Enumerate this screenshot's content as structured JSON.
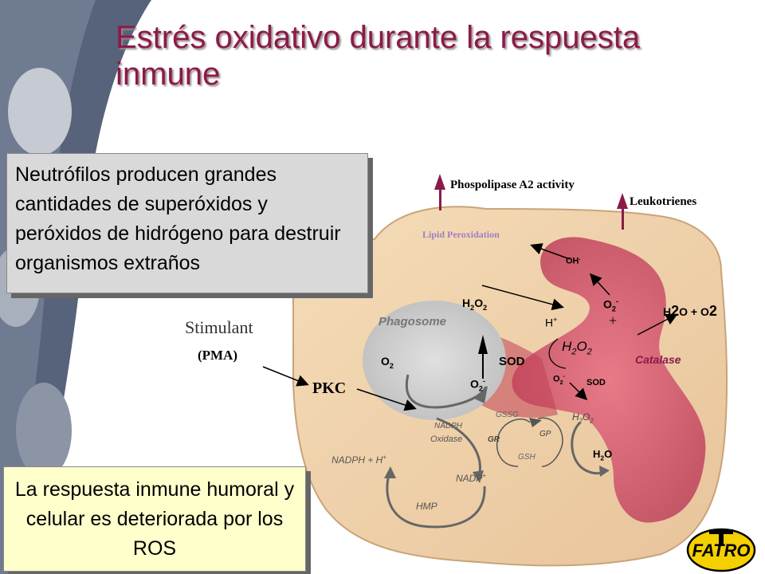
{
  "title": "Estrés oxidativo durante la respuesta inmune",
  "box_neutrophils": "Neutrófilos producen grandes cantidades de superóxidos y peróxidos de hidrógeno para destruir organismos extraños",
  "box_immune": "La respuesta inmune humoral y celular es deteriorada por los ROS",
  "labels": {
    "phospholipase": "Phospolipase A2 activity",
    "leukotrienes": "Leukotrienes",
    "lipid_peroxidation": "Lipid Peroxidation",
    "stimulant": "Stimulant",
    "pma": "(PMA)",
    "pkc": "PKC",
    "phagosome": "Phagosome",
    "sod1": "SOD",
    "sod2": "SOD",
    "catalase": "Catalase",
    "nadph_oxidase_1": "NADPH",
    "nadph_oxidase_2": "Oxidase",
    "nadph_h": "NADPH + H",
    "nadp": "NADP",
    "hmp": "HMP",
    "gssg": "GSSG",
    "gr": "GR",
    "gsh": "GSH",
    "gp": "GP",
    "oh": "OH",
    "plus": "+"
  },
  "colors": {
    "title": "#8b1a4a",
    "cell": "#f0d3ab",
    "arrow_up": "#8b1a4a",
    "catalase": "#8b1a4a",
    "lipid": "#a080c0"
  }
}
